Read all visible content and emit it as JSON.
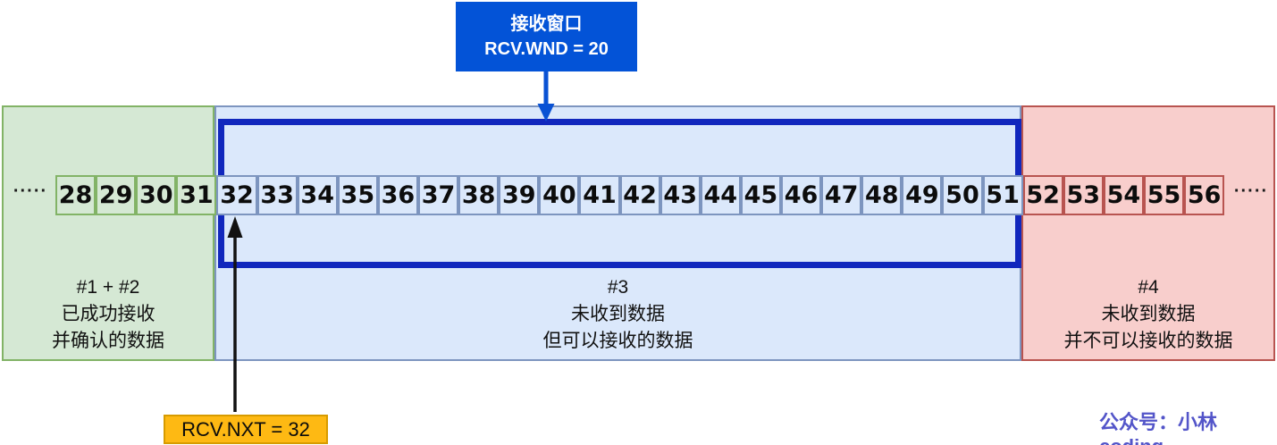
{
  "window_label": {
    "line1": "接收窗口",
    "line2": "RCV.WND = 20"
  },
  "rcv_nxt_label": "RCV.NXT = 32",
  "ellipsis_left": "·····",
  "ellipsis_right": "·····",
  "watermark": "公众号：小林coding",
  "segments": [
    {
      "id": "received-acknowledged",
      "cells": [
        "28",
        "29",
        "30",
        "31"
      ],
      "label": [
        "#1 + #2",
        "已成功接收",
        "并确认的数据"
      ]
    },
    {
      "id": "receive-window",
      "cells": [
        "32",
        "33",
        "34",
        "35",
        "36",
        "37",
        "38",
        "39",
        "40",
        "41",
        "42",
        "43",
        "44",
        "45",
        "46",
        "47",
        "48",
        "49",
        "50",
        "51"
      ],
      "label": [
        "#3",
        "未收到数据",
        "但可以接收的数据"
      ]
    },
    {
      "id": "not-receivable",
      "cells": [
        "52",
        "53",
        "54",
        "55",
        "56"
      ],
      "label": [
        "#4",
        "未收到数据",
        "并不可以接收的数据"
      ]
    }
  ],
  "colors": {
    "green_fill": "#d5e8d4",
    "green_stroke": "#82b366",
    "blue_fill": "#dbe8fb",
    "blue_stroke": "#7d95bf",
    "red_fill": "#f8cecc",
    "red_stroke": "#b85450",
    "window_outline": "#1127bd",
    "window_label_bg": "#0353d7",
    "window_label_text": "#ffffff",
    "rcv_nxt_bg": "#feb913",
    "rcv_nxt_border": "#d79b00",
    "arrow_blue": "#0a52d4",
    "arrow_black": "#111111",
    "watermark_color": "#5355c9",
    "label_text": "#111111"
  }
}
